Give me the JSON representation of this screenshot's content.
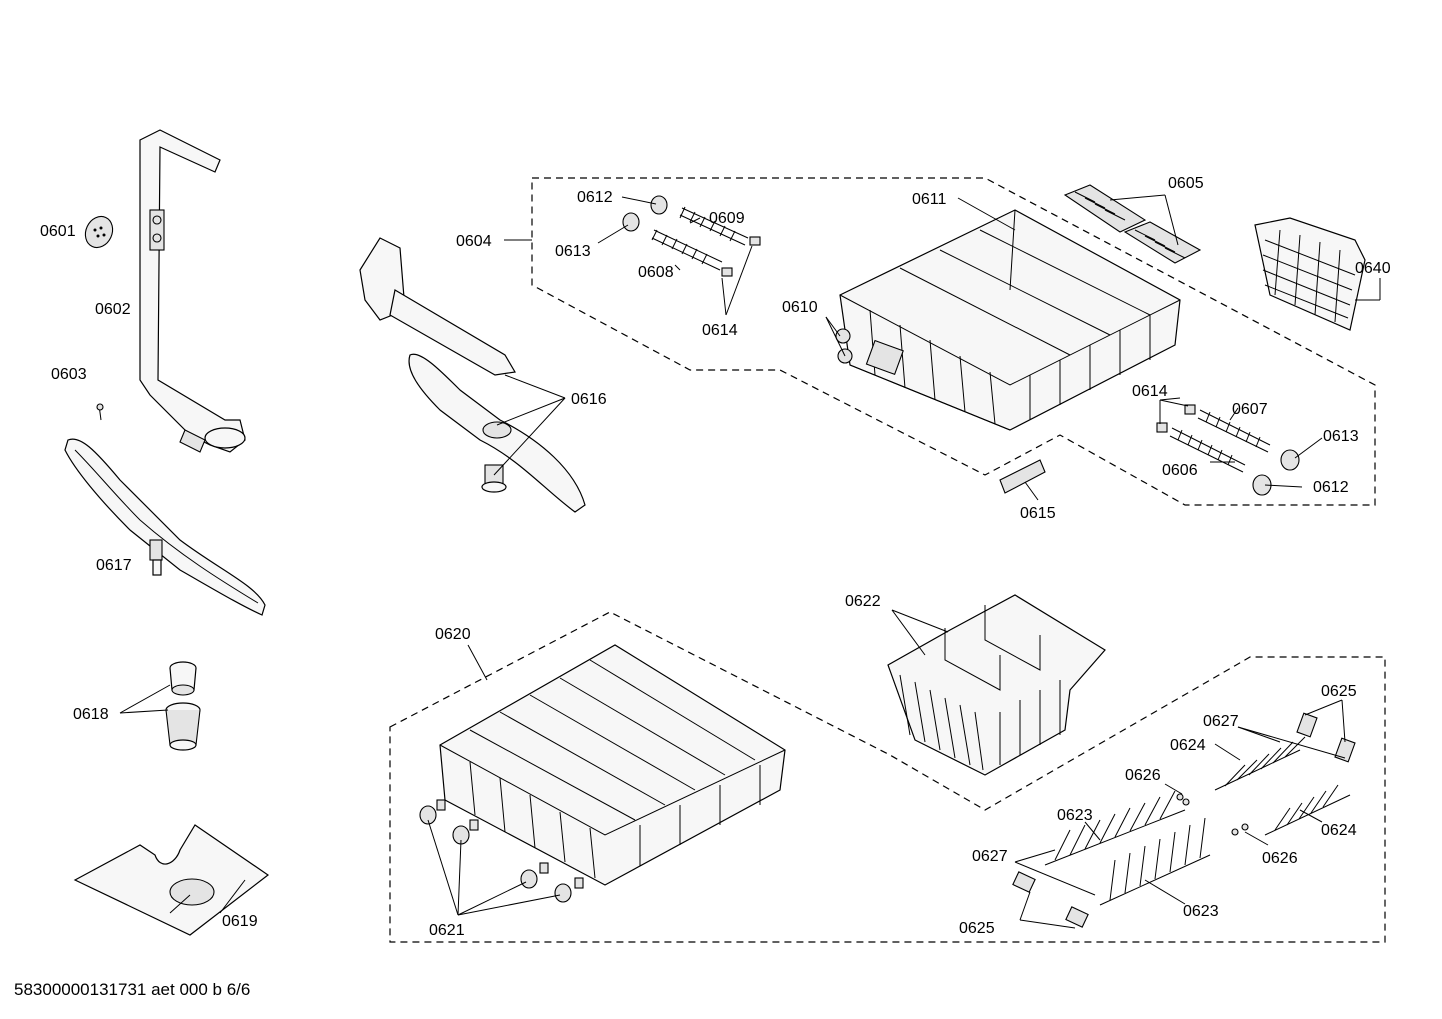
{
  "labels": {
    "l0601": "0601",
    "l0602": "0602",
    "l0603": "0603",
    "l0604": "0604",
    "l0605": "0605",
    "l0606": "0606",
    "l0607": "0607",
    "l0608": "0608",
    "l0609": "0609",
    "l0610": "0610",
    "l0611": "0611",
    "l0612a": "0612",
    "l0612b": "0612",
    "l0613a": "0613",
    "l0613b": "0613",
    "l0614a": "0614",
    "l0614b": "0614",
    "l0615": "0615",
    "l0616": "0616",
    "l0617": "0617",
    "l0618": "0618",
    "l0619": "0619",
    "l0620": "0620",
    "l0621": "0621",
    "l0622": "0622",
    "l0623a": "0623",
    "l0623b": "0623",
    "l0624a": "0624",
    "l0624b": "0624",
    "l0625a": "0625",
    "l0625b": "0625",
    "l0626a": "0626",
    "l0626b": "0626",
    "l0627a": "0627",
    "l0627b": "0627",
    "l0640": "0640"
  },
  "footer": "58300000131731 aet 000 b 6/6"
}
